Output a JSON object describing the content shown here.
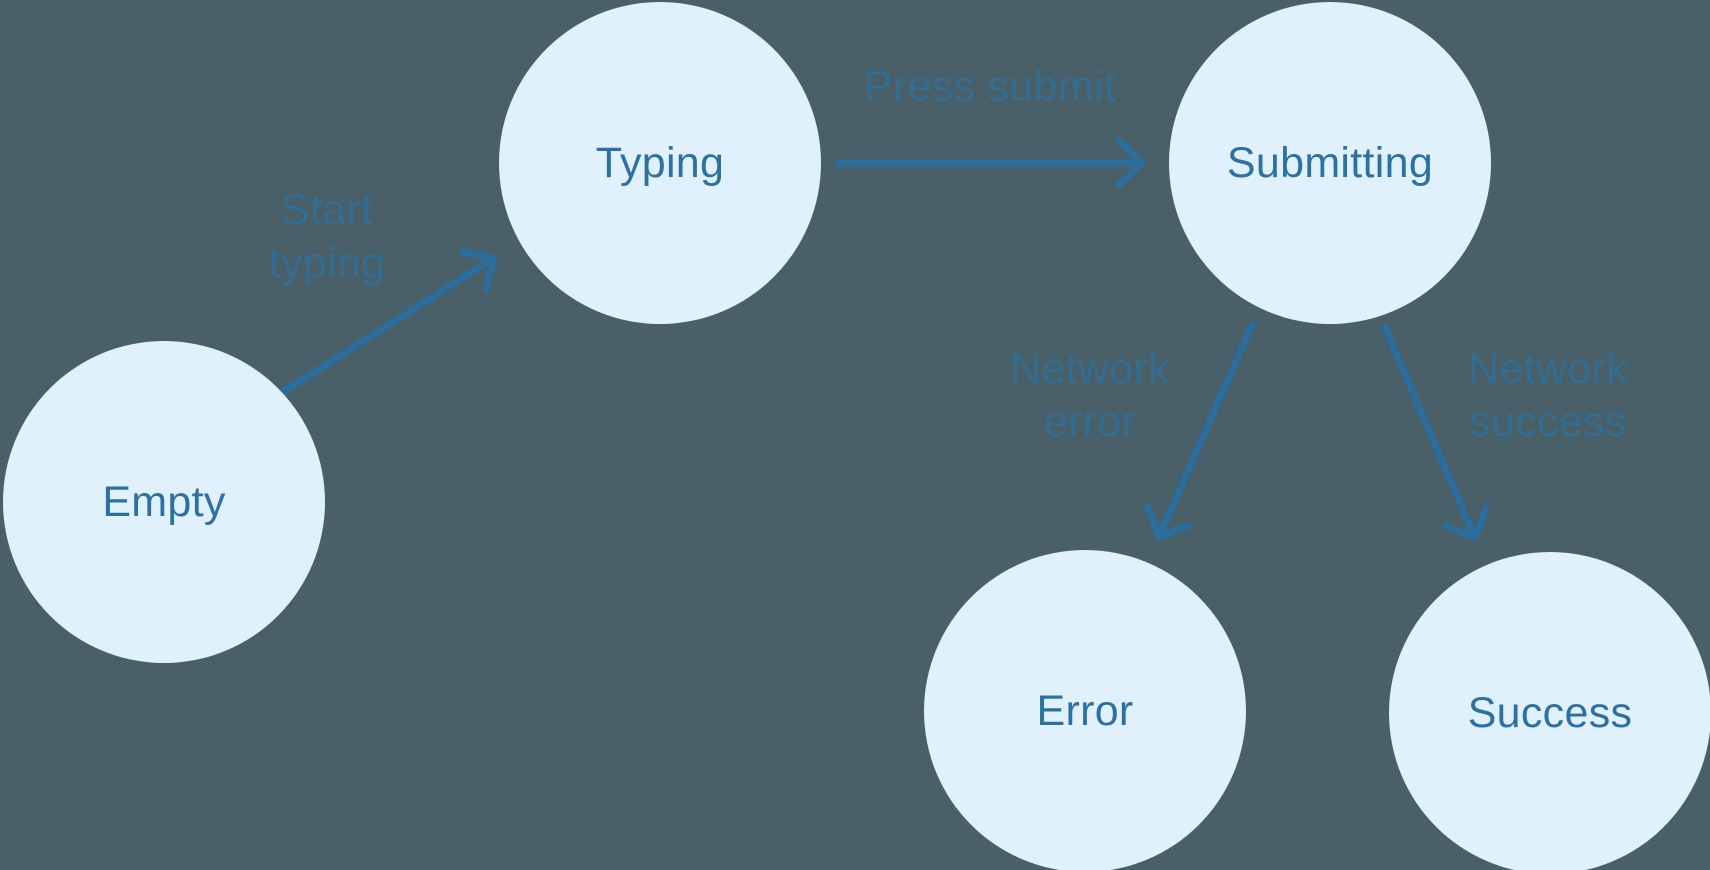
{
  "colors": {
    "background": "#496069",
    "node_fill": "#e0f1fc",
    "node_text": "#2d71a1",
    "edge_stroke": "#2b6d9d",
    "edge_label_text": "#2d72a3"
  },
  "diagram": {
    "type": "state-machine",
    "nodes": [
      {
        "id": "empty",
        "label": "Empty"
      },
      {
        "id": "typing",
        "label": "Typing"
      },
      {
        "id": "submitting",
        "label": "Submitting"
      },
      {
        "id": "error",
        "label": "Error"
      },
      {
        "id": "success",
        "label": "Success"
      }
    ],
    "edges": [
      {
        "from": "empty",
        "to": "typing",
        "label": "Start\ntyping"
      },
      {
        "from": "typing",
        "to": "submitting",
        "label": "Press submit"
      },
      {
        "from": "submitting",
        "to": "error",
        "label": "Network\nerror"
      },
      {
        "from": "submitting",
        "to": "success",
        "label": "Network\nsuccess"
      }
    ]
  }
}
